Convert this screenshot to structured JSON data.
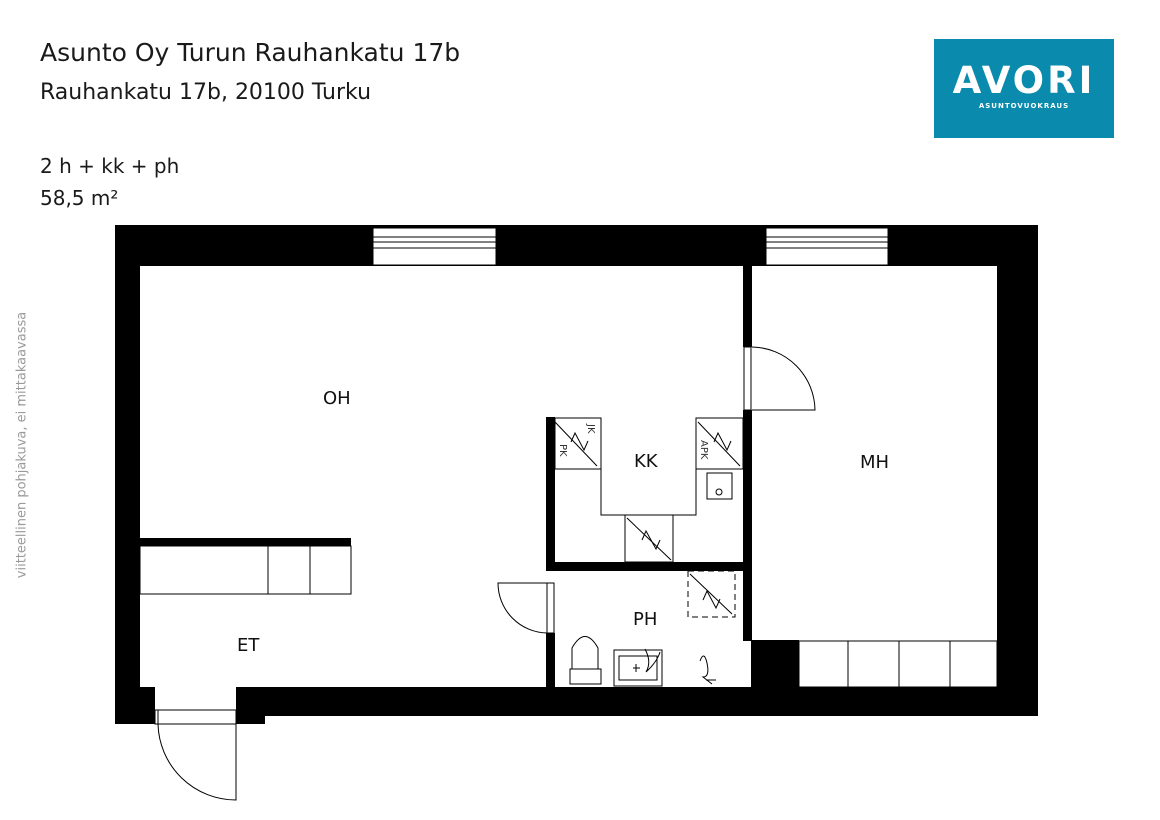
{
  "header": {
    "title": "Asunto Oy Turun Rauhankatu 17b",
    "address": "Rauhankatu 17b, 20100 Turku",
    "room_layout": "2 h + kk + ph",
    "area": "58,5 m²"
  },
  "logo": {
    "name": "AVORI",
    "tagline": "ASUNTOVUOKRAUS",
    "background_color": "#0a8aac"
  },
  "side_note": "viitteellinen pohjakuva, ei mittakaavassa",
  "floor_plan": {
    "wall_color": "#000000",
    "rooms": {
      "living_room": "OH",
      "kitchen": "KK",
      "bedroom": "MH",
      "bathroom": "PH",
      "entrance": "ET"
    },
    "appliance_labels": {
      "fridge": "JK",
      "freezer": "PK",
      "dishwasher": "APK"
    }
  }
}
